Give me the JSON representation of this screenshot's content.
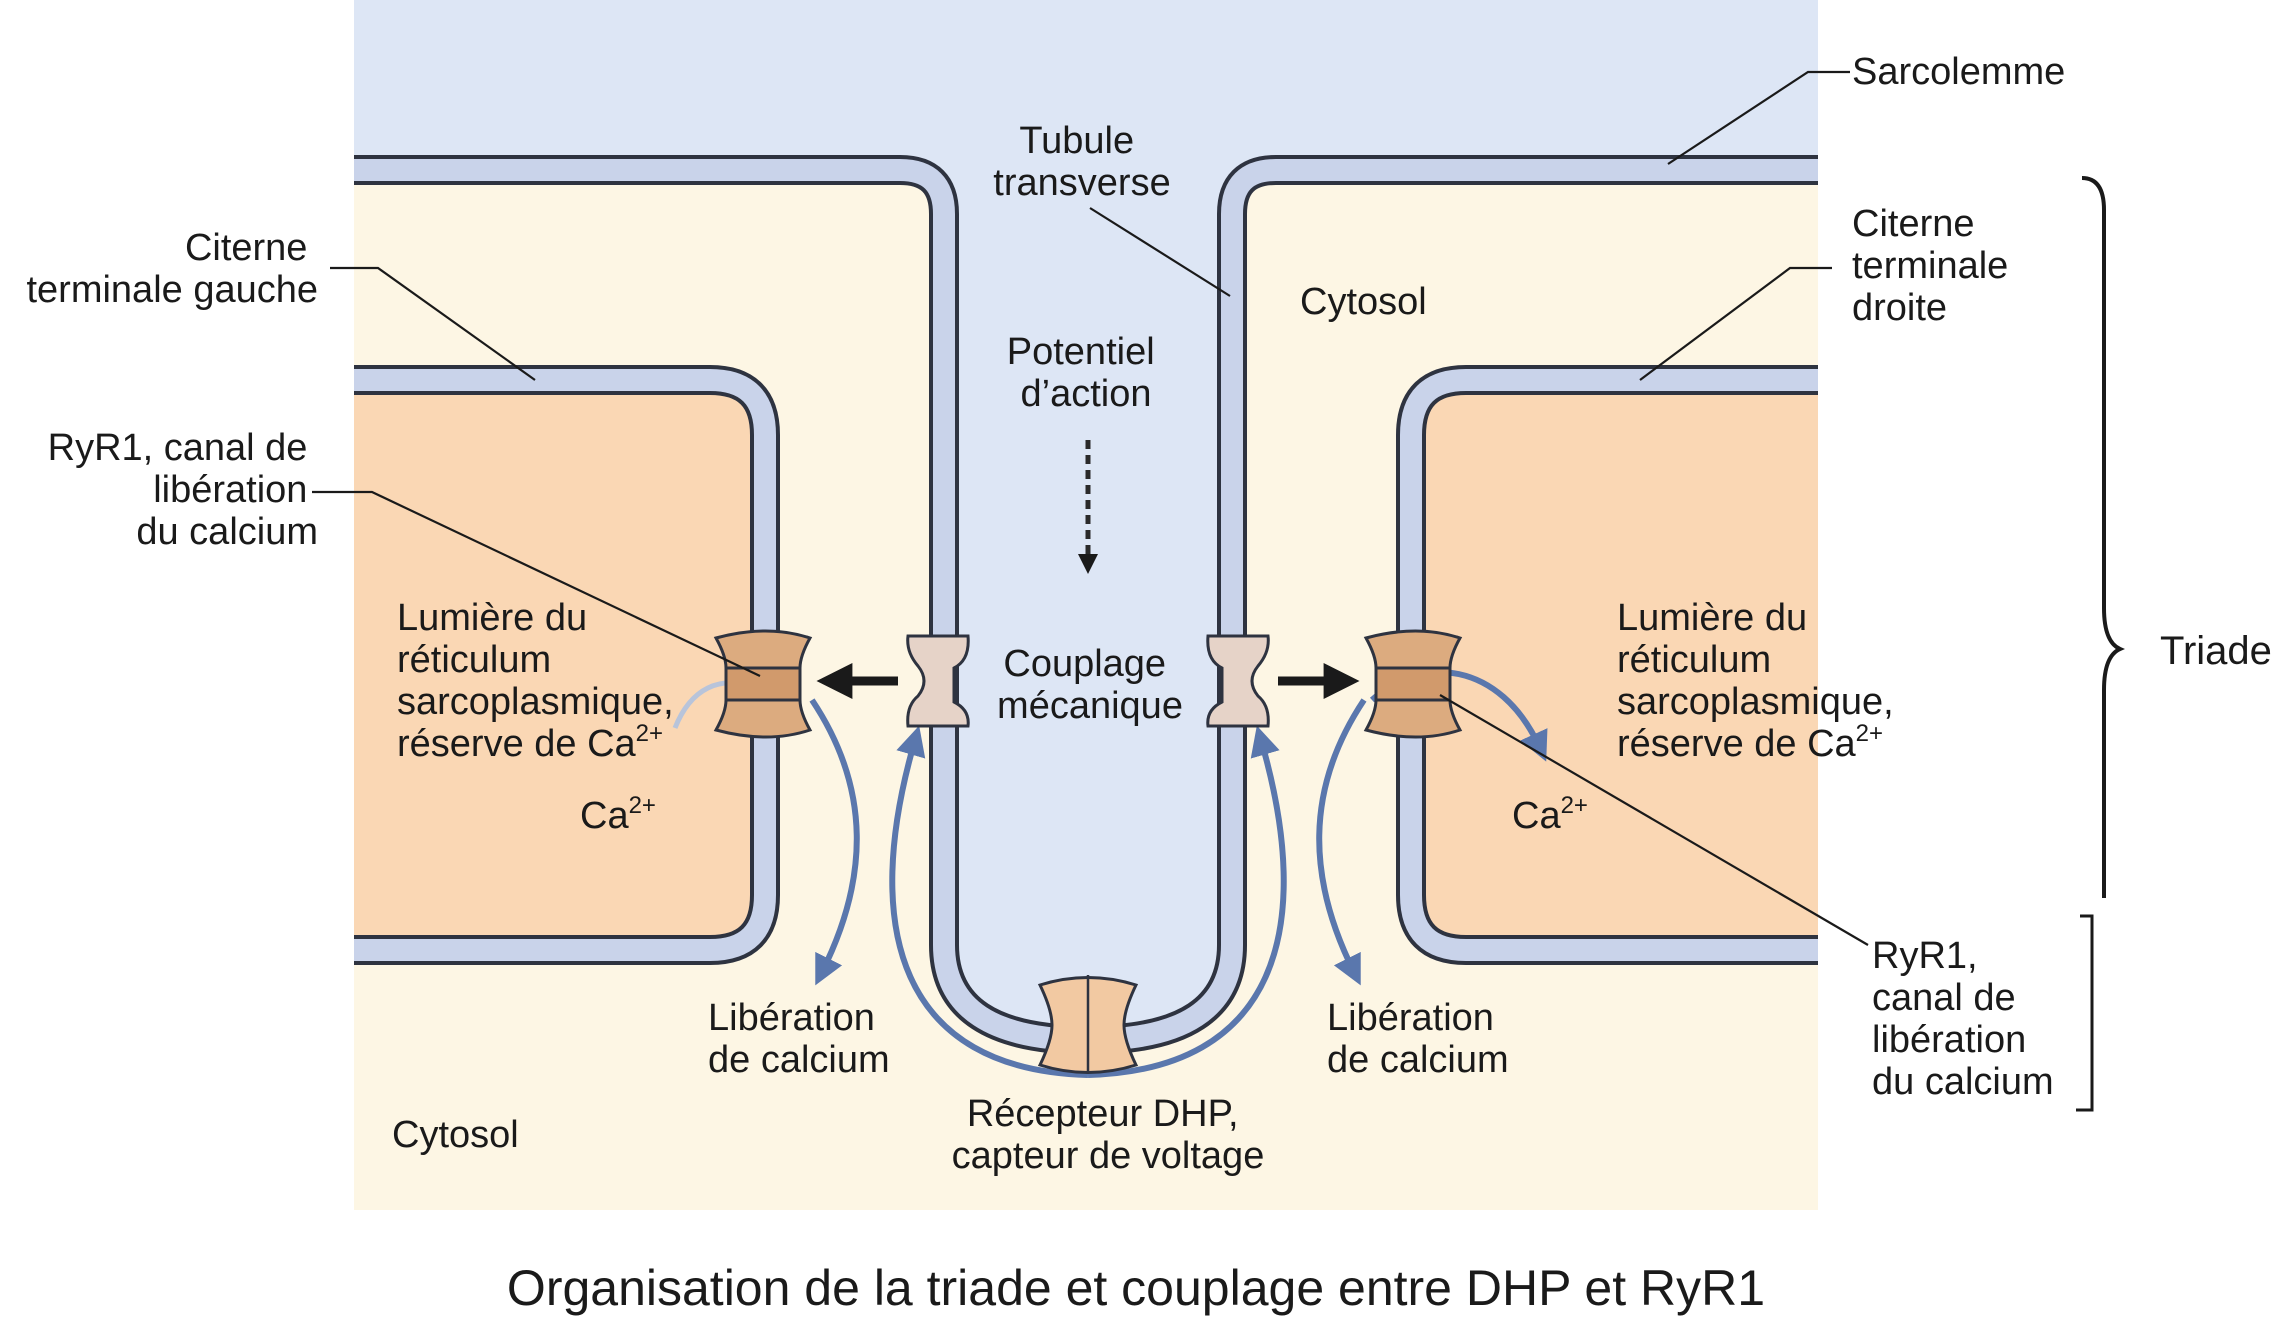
{
  "title": "Organisation de la triade et couplage entre DHP et RyR1",
  "labels": {
    "sarcolemme": "Sarcolemme",
    "tubule_l1": "Tubule",
    "tubule_l2": "transverse",
    "cytosol_top": "Cytosol",
    "cytosol_bottom": "Cytosol",
    "citerne_g_l1": "Citerne",
    "citerne_g_l2": "terminale gauche",
    "citerne_d_l1": "Citerne",
    "citerne_d_l2": "terminale",
    "citerne_d_l3": "droite",
    "potentiel_l1": "Potentiel",
    "potentiel_l2": "d’action",
    "ryr1_left_l1": "RyR1, canal de",
    "ryr1_left_l2": "libération",
    "ryr1_left_l3": "du calcium",
    "ryr1_right_l1": "RyR1,",
    "ryr1_right_l2": "canal de",
    "ryr1_right_l3": "libération",
    "ryr1_right_l4": "du calcium",
    "lumiere_l1": "Lumière du",
    "lumiere_l2": "réticulum",
    "lumiere_l3": "sarcoplasmique,",
    "lumiere_l4": "réserve de Ca",
    "lumiere_sup": "2+",
    "ca_base": "Ca",
    "ca_sup": "2+",
    "couplage_l1": "Couplage",
    "couplage_l2": "mécanique",
    "liberation_l1": "Libération",
    "liberation_l2": "de calcium",
    "dhp_l1": "Récepteur DHP,",
    "dhp_l2": "capteur de voltage",
    "triade": "Triade"
  },
  "colors": {
    "tubule_lumen": "#dde6f5",
    "cytosol": "#fdf6e4",
    "sr_lumen": "#fad7b4",
    "membrane_outline": "#2e3340",
    "membrane_fill": "#c9d3ea",
    "ryr1_channel": "#dcab7f",
    "dhp_sensor": "#e6d3c8",
    "calcium_arrows": "#5a77ad"
  }
}
